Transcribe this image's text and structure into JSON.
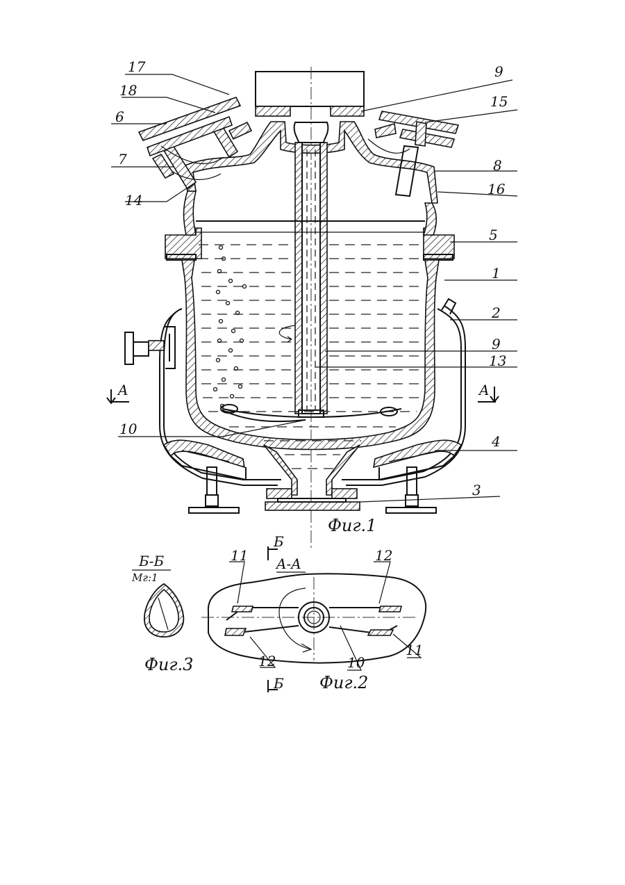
{
  "callouts": [
    {
      "id": "17",
      "text": "17"
    },
    {
      "id": "18",
      "text": "18"
    },
    {
      "id": "6",
      "text": "6"
    },
    {
      "id": "7",
      "text": "7"
    },
    {
      "id": "14",
      "text": "14"
    },
    {
      "id": "9a",
      "text": "9"
    },
    {
      "id": "15",
      "text": "15"
    },
    {
      "id": "8",
      "text": "8"
    },
    {
      "id": "16",
      "text": "16"
    },
    {
      "id": "5",
      "text": "5"
    },
    {
      "id": "1",
      "text": "1"
    },
    {
      "id": "2",
      "text": "2"
    },
    {
      "id": "9b",
      "text": "9"
    },
    {
      "id": "13",
      "text": "13"
    },
    {
      "id": "10",
      "text": "10"
    },
    {
      "id": "4",
      "text": "4"
    },
    {
      "id": "3",
      "text": "3"
    }
  ],
  "fig1": {
    "caption": "Фиг.1",
    "section_mark_left": "A",
    "section_mark_right": "A"
  },
  "fig2": {
    "caption": "Фиг.2",
    "section_title": "A-A",
    "cut_mark_top": "Б",
    "cut_mark_bottom": "Б",
    "labels": {
      "l11_top": "11",
      "l12_top": "12",
      "l12_bottom": "12",
      "l10": "10",
      "l11_bottom": "11"
    }
  },
  "fig3": {
    "caption": "Фиг.3",
    "section_title": "Б-Б",
    "scale": "Мг:1"
  }
}
